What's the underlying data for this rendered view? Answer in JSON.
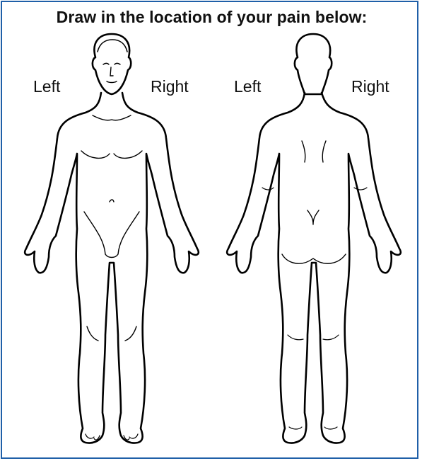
{
  "title": "Draw in the location of your pain below:",
  "front_view": {
    "left_label": "Left",
    "right_label": "Right"
  },
  "back_view": {
    "left_label": "Left",
    "right_label": "Right"
  },
  "colors": {
    "border": "#1f5fa8",
    "line": "#000000",
    "text": "#111111"
  }
}
